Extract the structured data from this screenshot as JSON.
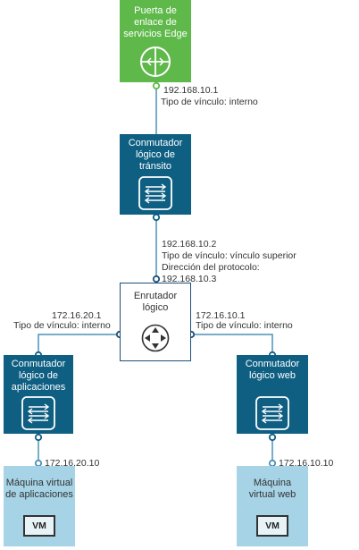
{
  "nodes": {
    "edge": {
      "title": "Puerta de enlace de servicios Edge"
    },
    "transit": {
      "title": "Conmutador lógico de tránsito"
    },
    "router": {
      "title": "Enrutador lógico"
    },
    "app_switch": {
      "title": "Conmutador lógico de aplicaciones"
    },
    "web_switch": {
      "title": "Conmutador lógico web"
    },
    "app_vm": {
      "title": "Máquina virtual de aplicaciones",
      "badge": "VM"
    },
    "web_vm": {
      "title": "Máquina virtual web",
      "badge": "VM"
    }
  },
  "links": {
    "edge_transit": {
      "ip": "192.168.10.1",
      "type": "Tipo de vínculo: interno"
    },
    "transit_router": {
      "ip": "192.168.10.2",
      "type": "Tipo de vínculo: vínculo superior",
      "protocol": "Dirección del protocolo:",
      "protocol_ip": "192.168.10.3"
    },
    "router_app": {
      "ip": "172.16.20.1",
      "type": "Tipo de vínculo: interno"
    },
    "router_web": {
      "ip": "172.16.10.1",
      "type": "Tipo de vínculo: interno"
    },
    "app_vm": {
      "ip": "172.16.20.10"
    },
    "web_vm": {
      "ip": "172.16.10.10"
    }
  },
  "colors": {
    "edge_green": "#5fb94a",
    "switch_teal": "#0e5f82",
    "vm_blue": "#a6d3e6",
    "link_line": "#4a92b8",
    "router_border": "#1e4f78"
  }
}
